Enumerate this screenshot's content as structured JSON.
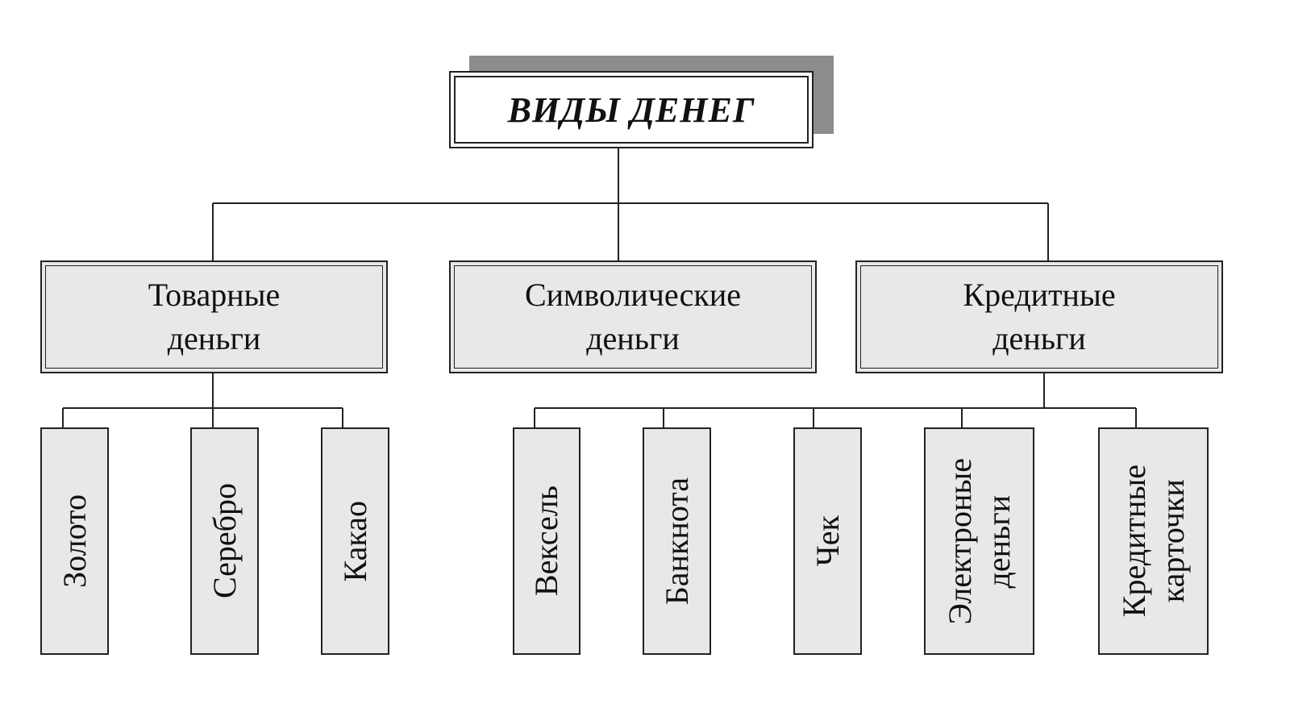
{
  "diagram": {
    "root": {
      "label": "ВИДЫ ДЕНЕГ"
    },
    "categories": [
      {
        "label": "Товарные\nденьги",
        "items": [
          "Золото",
          "Серебро",
          "Какао"
        ]
      },
      {
        "label": "Символические\nденьги",
        "items": []
      },
      {
        "label": "Кредитные\nденьги",
        "items": [
          "Вексель",
          "Банкнота",
          "Чек",
          "Электроные\nденьги",
          "Кредитные\nкарточки"
        ]
      }
    ]
  },
  "colors": {
    "box_fill": "#e8e8e8",
    "root_fill": "#ffffff",
    "shadow": "#8c8c8c",
    "line": "#222222"
  }
}
